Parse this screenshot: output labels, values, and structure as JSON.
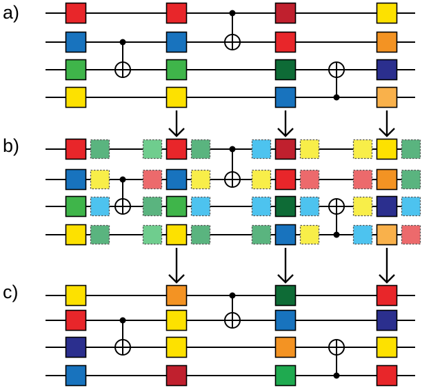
{
  "colors": {
    "red": "#e8262a",
    "crimson": "#c0202e",
    "blue": "#1873be",
    "green": "#3fb54a",
    "darkgreen": "#0e6b36",
    "brightgreen": "#1faa50",
    "yellow": "#fde100",
    "orange": "#f39323",
    "lightorange": "#f9b14b",
    "navy": "#2b2f8e",
    "ghost_green": "#5ab47f",
    "ghost_lightgreen": "#6fcd8e",
    "ghost_yellow": "#f8ee49",
    "ghost_cyan": "#4dc3ef",
    "ghost_pink": "#ec6a6c"
  },
  "panels": [
    {
      "label": "a)",
      "columns": [
        {
          "gates": [
            "red",
            "blue",
            "green",
            "yellow"
          ]
        },
        {
          "cnot": {
            "control": 1,
            "target": 2
          }
        },
        {
          "gates": [
            "red",
            "blue",
            "green",
            "yellow"
          ]
        },
        {
          "cnot": {
            "control": 0,
            "target": 1
          }
        },
        {
          "gates": [
            "crimson",
            "red",
            "darkgreen",
            "blue"
          ]
        },
        {
          "cnot": {
            "control": 3,
            "target": 2
          }
        },
        {
          "gates": [
            "yellow",
            "orange",
            "navy",
            "lightorange"
          ]
        }
      ]
    },
    {
      "label": "b)",
      "columns": [
        {
          "gates": [
            "red",
            "blue",
            "green",
            "yellow"
          ],
          "after": [
            "ghost_green",
            "ghost_yellow",
            "ghost_cyan",
            "ghost_green"
          ]
        },
        {
          "cnot": {
            "control": 1,
            "target": 2
          }
        },
        {
          "gates": [
            "red",
            "blue",
            "green",
            "yellow"
          ],
          "before": [
            "ghost_lightgreen",
            "ghost_pink",
            "ghost_green",
            "ghost_lightgreen"
          ],
          "after": [
            "ghost_green",
            "ghost_yellow",
            "ghost_cyan",
            "ghost_green"
          ]
        },
        {
          "cnot": {
            "control": 0,
            "target": 1
          }
        },
        {
          "gates": [
            "crimson",
            "red",
            "darkgreen",
            "blue"
          ],
          "before": [
            "ghost_cyan",
            "ghost_yellow",
            "ghost_cyan",
            "ghost_green"
          ],
          "after": [
            "ghost_yellow",
            "ghost_pink",
            "ghost_cyan",
            "ghost_yellow"
          ]
        },
        {
          "cnot": {
            "control": 3,
            "target": 2
          }
        },
        {
          "gates": [
            "yellow",
            "orange",
            "navy",
            "lightorange"
          ],
          "before": [
            "ghost_yellow",
            "ghost_pink",
            "ghost_yellow",
            "ghost_cyan"
          ],
          "after": [
            "ghost_green",
            "ghost_green",
            "ghost_cyan",
            "ghost_pink"
          ]
        }
      ]
    },
    {
      "label": "c)",
      "columns": [
        {
          "gates": [
            "yellow",
            "red",
            "navy",
            "blue"
          ]
        },
        {
          "cnot": {
            "control": 1,
            "target": 2
          }
        },
        {
          "gates": [
            "orange",
            "yellow",
            "yellow",
            "crimson"
          ]
        },
        {
          "cnot": {
            "control": 0,
            "target": 1
          }
        },
        {
          "gates": [
            "darkgreen",
            "blue",
            "orange",
            "brightgreen"
          ]
        },
        {
          "cnot": {
            "control": 3,
            "target": 2
          }
        },
        {
          "gates": [
            "red",
            "navy",
            "yellow",
            "red"
          ]
        }
      ]
    }
  ],
  "arrows": [
    {
      "from_panel": 0,
      "to_panel": 1,
      "columns": [
        2,
        4,
        6
      ]
    },
    {
      "from_panel": 1,
      "to_panel": 2,
      "columns": [
        2,
        4,
        6
      ]
    }
  ]
}
